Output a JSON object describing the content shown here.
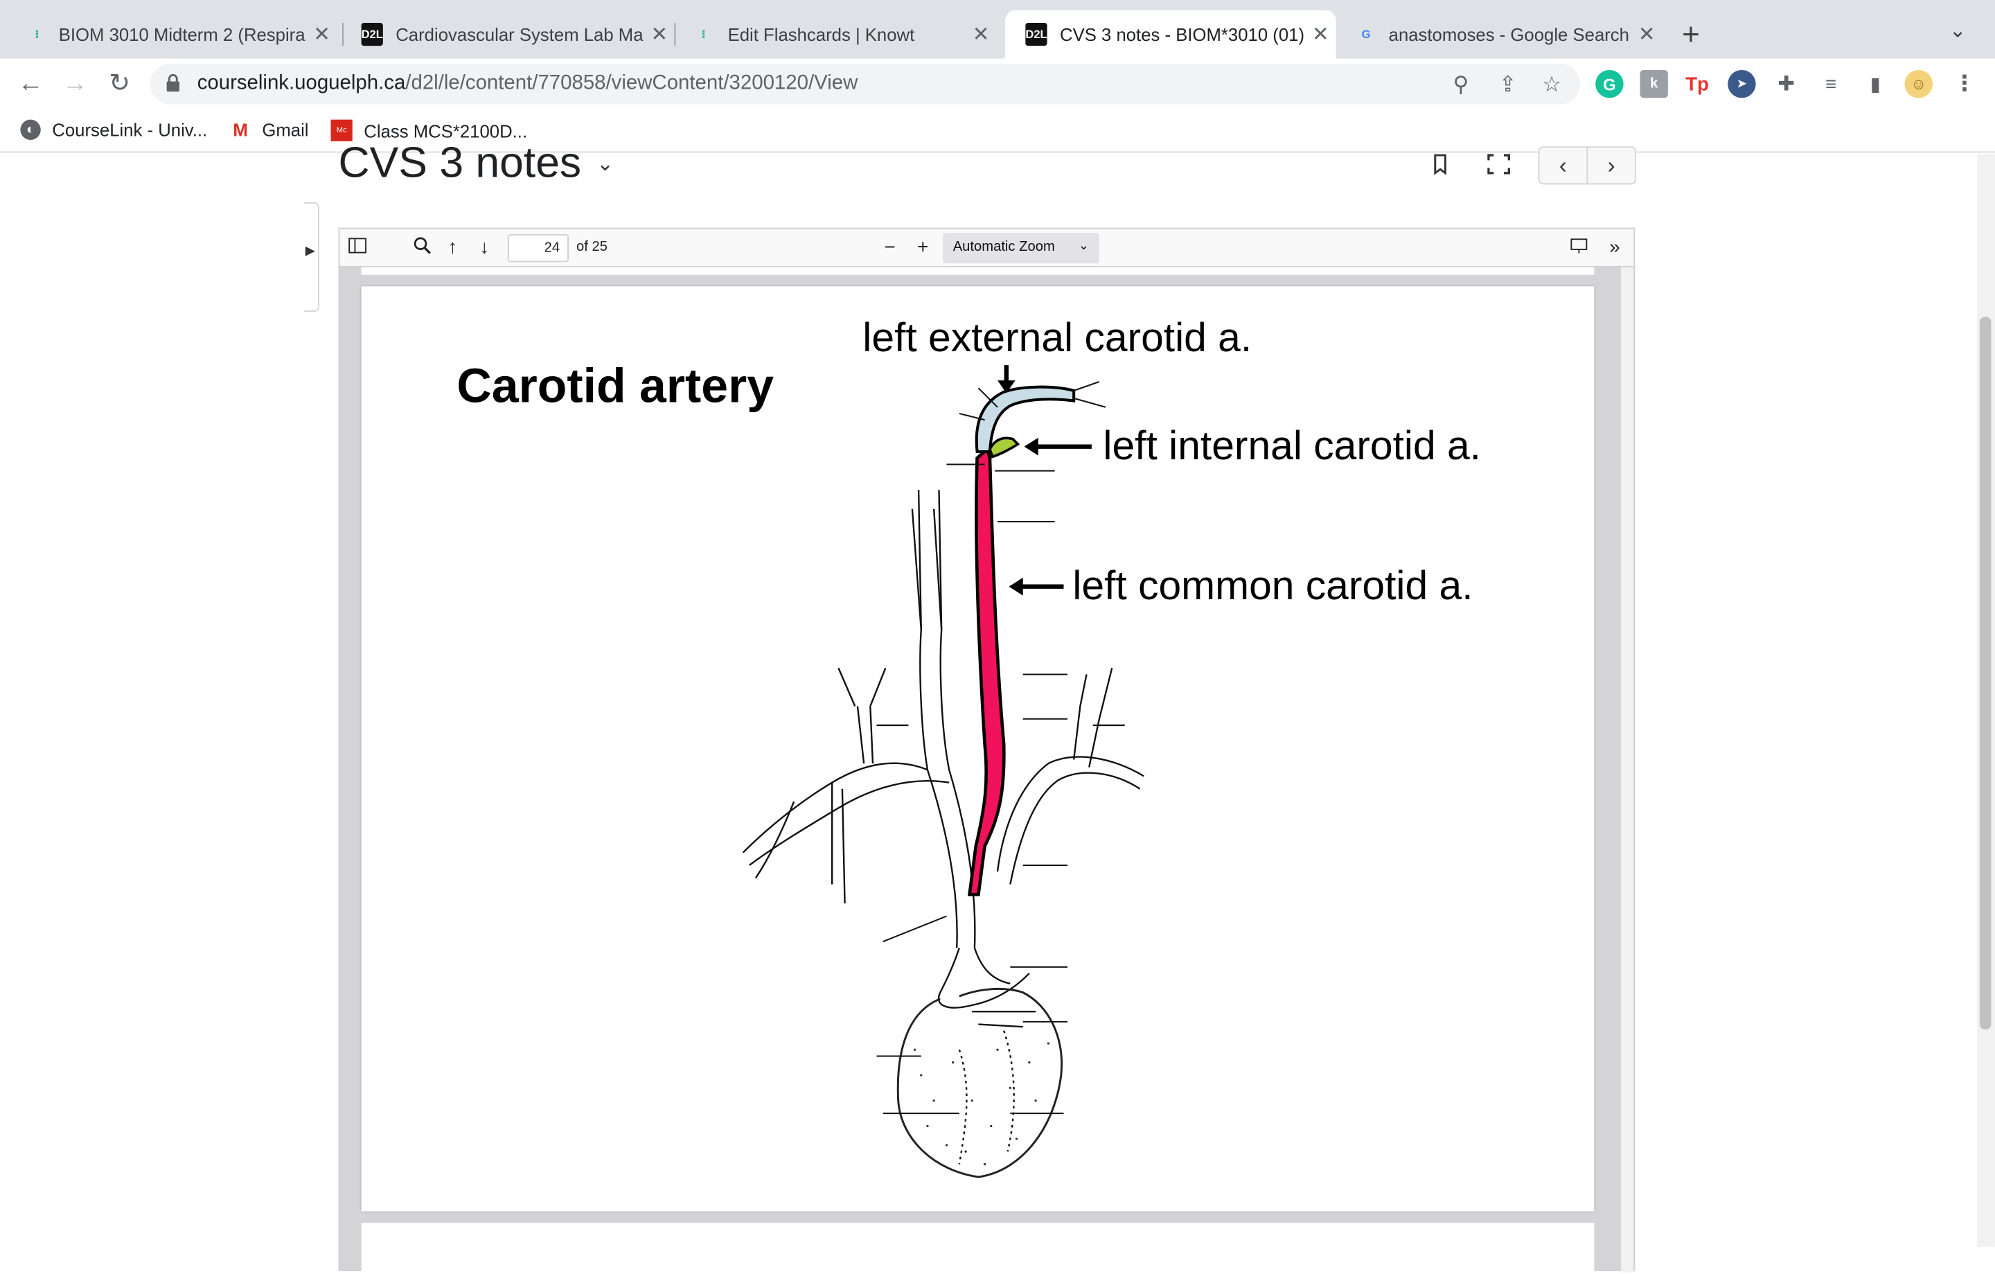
{
  "tabs": [
    {
      "title": "BIOM 3010 Midterm 2 (Respira",
      "favicon": "knowt-icon"
    },
    {
      "title": "Cardiovascular System Lab Ma",
      "favicon": "d2l-icon"
    },
    {
      "title": "Edit Flashcards | Knowt",
      "favicon": "knowt-icon"
    },
    {
      "title": "CVS 3 notes - BIOM*3010 (01)",
      "favicon": "d2l-icon",
      "active": true
    },
    {
      "title": "anastomoses - Google Search",
      "favicon": "google-icon"
    }
  ],
  "address": {
    "domain": "courselink.uoguelph.ca",
    "path": "/d2l/le/content/770858/viewContent/3200120/View"
  },
  "bookmarks": [
    {
      "label": "CourseLink - Univ..."
    },
    {
      "label": "Gmail"
    },
    {
      "label": "Class MCS*2100D..."
    }
  ],
  "doc": {
    "title": "CVS 3 notes"
  },
  "pdf": {
    "page_number": "24",
    "page_count": "of 25",
    "zoom": "Automatic Zoom"
  },
  "slide": {
    "title": "Carotid artery",
    "labels": {
      "external": "left external carotid a.",
      "internal": "left internal carotid a.",
      "common": "left common carotid a."
    }
  },
  "colors": {
    "common_carotid": "#f0125a",
    "external_carotid": "#c9dde6",
    "internal_carotid": "#a8cf3a"
  }
}
